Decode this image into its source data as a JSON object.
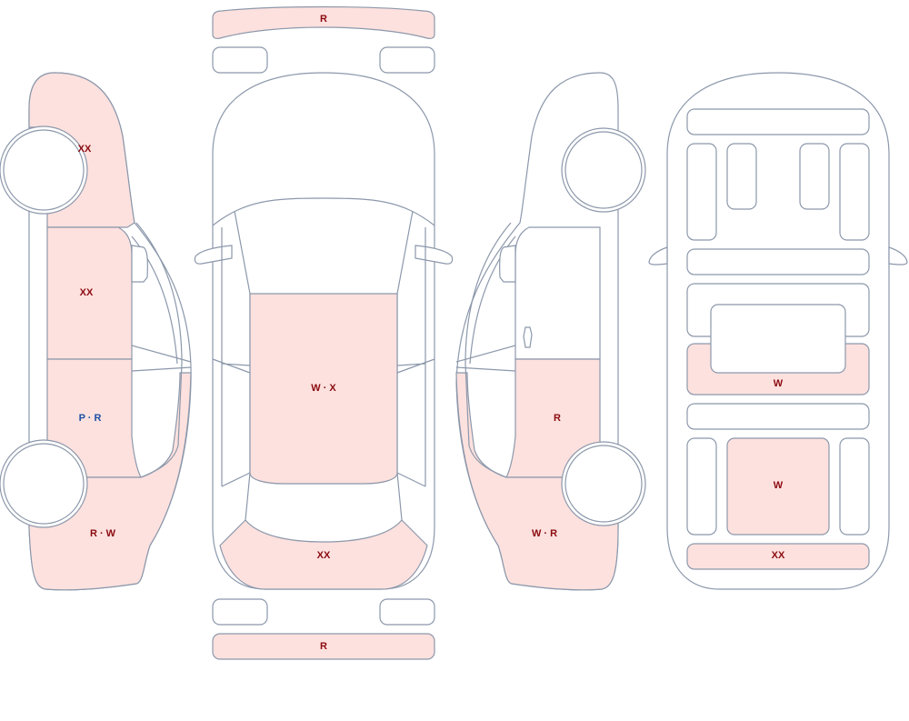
{
  "colors": {
    "outline": "#8c98ab",
    "damage_fill": "#fde1de",
    "label_red": "#8b0a10",
    "label_blue": "#1f4fa6"
  },
  "views": {
    "left_side": {
      "front_fender": "XX",
      "front_door": "XX",
      "rear_door": "P · R",
      "rear_quarter": "R · W"
    },
    "top": {
      "front_bumper": "R",
      "roof": "W · X",
      "trunk": "XX",
      "rear_bumper": "R"
    },
    "right_side": {
      "rear_door": "R",
      "rear_quarter": "W · R"
    },
    "interior": {
      "center_panel": "W",
      "rear_center": "W",
      "rear_strip": "XX"
    }
  }
}
